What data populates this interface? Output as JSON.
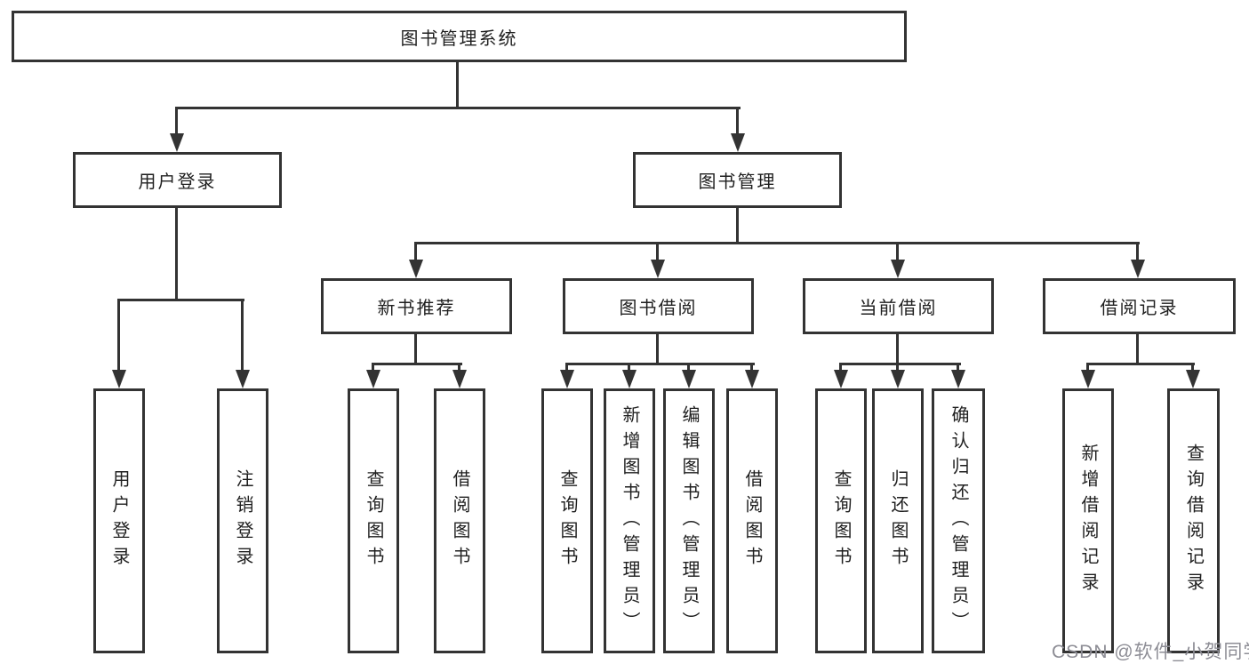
{
  "tree": {
    "root": {
      "label": "图书管理系统"
    },
    "level2": [
      {
        "label": "用户登录",
        "children": [
          {
            "label": "用户登录"
          },
          {
            "label": "注销登录"
          }
        ]
      },
      {
        "label": "图书管理",
        "children": [
          {
            "label": "新书推荐",
            "children": [
              {
                "label": "查询图书"
              },
              {
                "label": "借阅图书"
              }
            ]
          },
          {
            "label": "图书借阅",
            "children": [
              {
                "label": "查询图书"
              },
              {
                "label": "新增图书（管理员）"
              },
              {
                "label": "编辑图书（管理员）"
              },
              {
                "label": "借阅图书"
              }
            ]
          },
          {
            "label": "当前借阅",
            "children": [
              {
                "label": "查询图书"
              },
              {
                "label": "归还图书"
              },
              {
                "label": "确认归还（管理员）"
              }
            ]
          },
          {
            "label": "借阅记录",
            "children": [
              {
                "label": "新增借阅记录"
              },
              {
                "label": "查询借阅记录"
              }
            ]
          }
        ]
      }
    ]
  },
  "watermark": {
    "text": "CSDN @软件_小贺同学"
  },
  "colors": {
    "line": "#333333",
    "box_border": "#333333",
    "text": "#1f1f1f",
    "background": "#ffffff",
    "watermark": "#8d8d95"
  }
}
